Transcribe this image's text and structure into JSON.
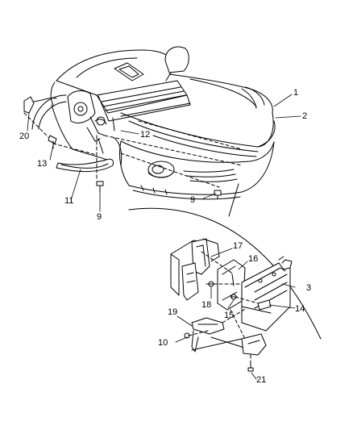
{
  "callouts": {
    "c1": "1",
    "c2": "2",
    "c3": "3",
    "c9a": "9",
    "c9b": "9",
    "c10": "10",
    "c11": "11",
    "c12": "12",
    "c13": "13",
    "c14": "14",
    "c15": "15",
    "c16": "16",
    "c17": "17",
    "c18": "18",
    "c19": "19",
    "c20": "20",
    "c21": "21"
  }
}
